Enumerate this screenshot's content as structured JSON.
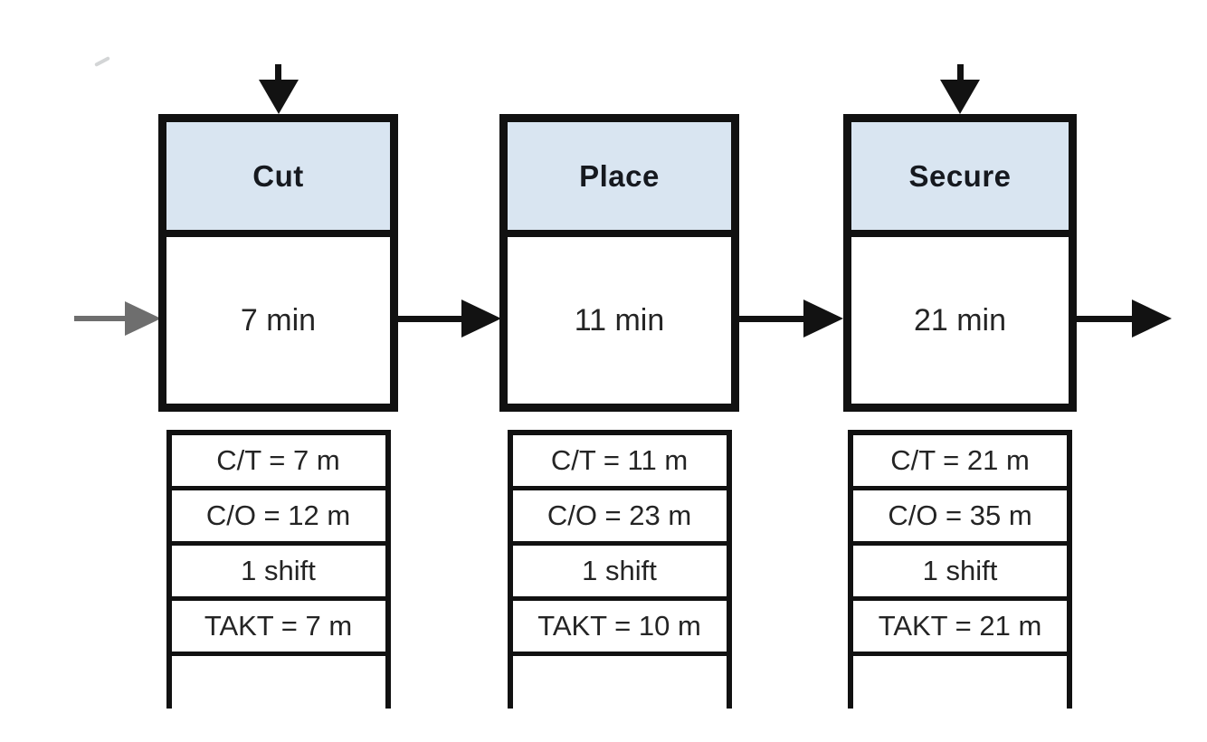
{
  "diagram": {
    "type": "value-stream-map-process-flow",
    "colors": {
      "process_header_fill": "#d9e5f1",
      "line_black": "#111111",
      "input_arrow_gray": "#6e6e6e",
      "background": "#ffffff"
    },
    "icons": {
      "input_arrow": "gray-right-arrow",
      "flow_arrow": "black-right-arrow",
      "output_arrow": "black-right-arrow",
      "schedule_arrow": "black-down-arrow"
    },
    "processes": [
      {
        "name": "Cut",
        "time": "7 min",
        "down_arrow": true,
        "data_rows": [
          "C/T = 7 m",
          "C/O = 12 m",
          "1 shift",
          "TAKT = 7 m"
        ]
      },
      {
        "name": "Place",
        "time": "11 min",
        "down_arrow": false,
        "data_rows": [
          "C/T = 11 m",
          "C/O = 23 m",
          "1 shift",
          "TAKT = 10 m"
        ]
      },
      {
        "name": "Secure",
        "time": "21 min",
        "down_arrow": true,
        "data_rows": [
          "C/T = 21 m",
          "C/O = 35 m",
          "1 shift",
          "TAKT = 21 m"
        ]
      }
    ]
  }
}
